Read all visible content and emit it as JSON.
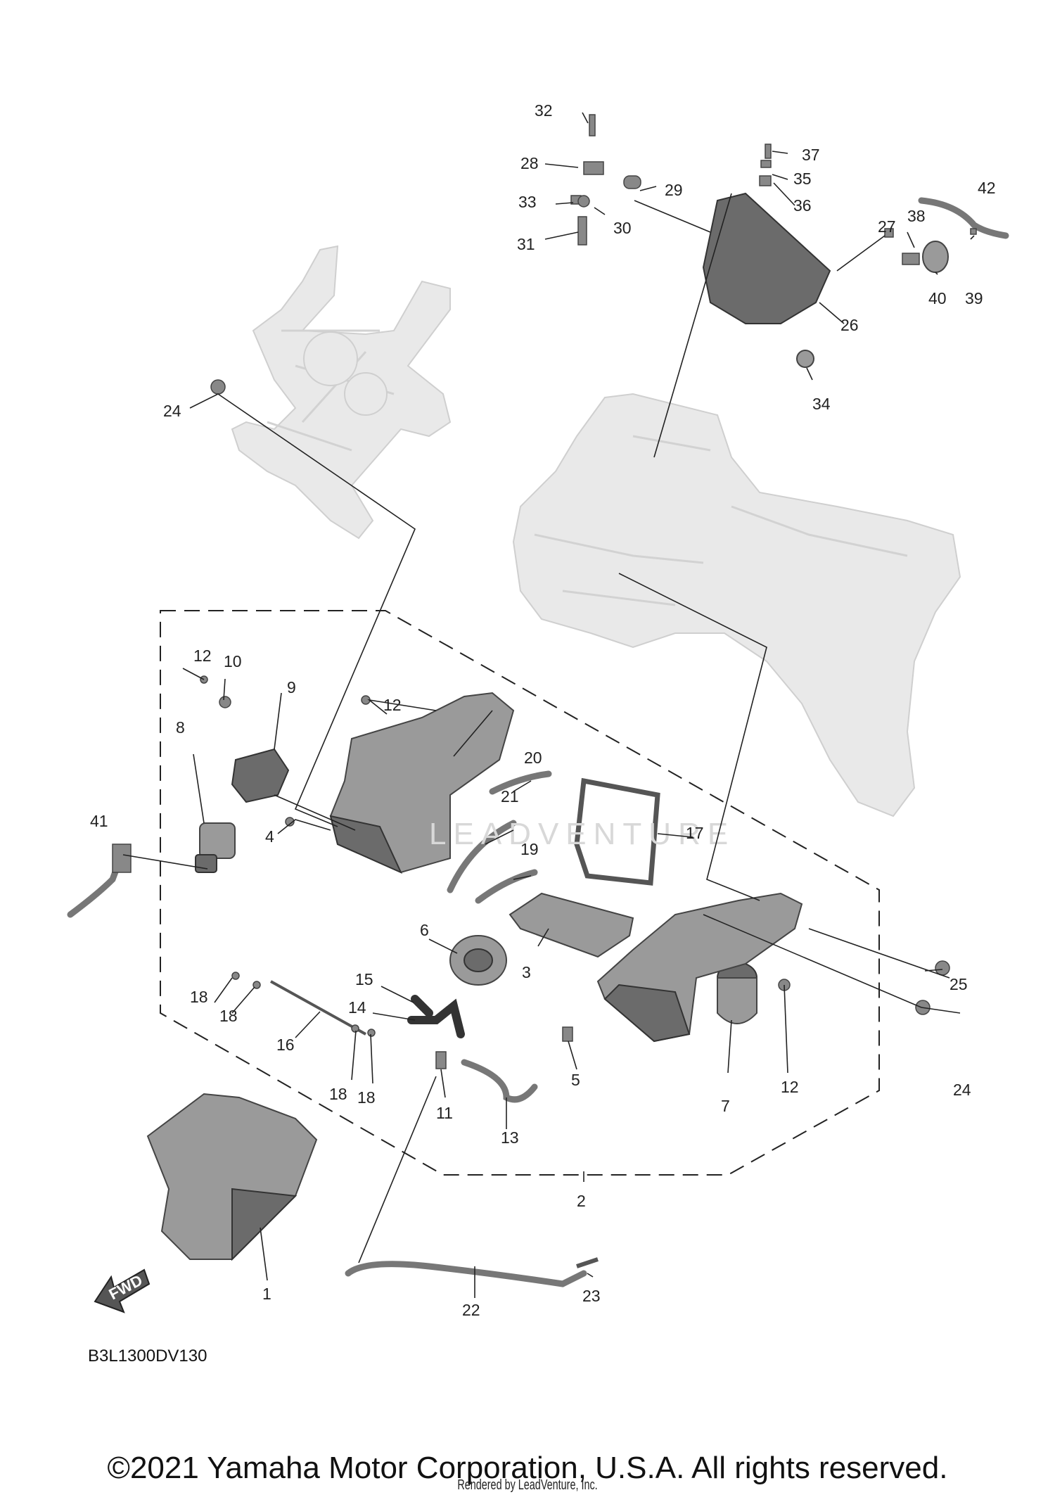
{
  "callouts": [
    {
      "id": "1",
      "label": "1"
    },
    {
      "id": "2",
      "label": "2"
    },
    {
      "id": "3",
      "label": "3"
    },
    {
      "id": "4",
      "label": "4"
    },
    {
      "id": "5",
      "label": "5"
    },
    {
      "id": "6",
      "label": "6"
    },
    {
      "id": "7",
      "label": "7"
    },
    {
      "id": "8",
      "label": "8"
    },
    {
      "id": "9",
      "label": "9"
    },
    {
      "id": "10",
      "label": "10"
    },
    {
      "id": "11",
      "label": "11"
    },
    {
      "id": "12a",
      "label": "12"
    },
    {
      "id": "12b",
      "label": "12"
    },
    {
      "id": "12c",
      "label": "12"
    },
    {
      "id": "13",
      "label": "13"
    },
    {
      "id": "14",
      "label": "14"
    },
    {
      "id": "15",
      "label": "15"
    },
    {
      "id": "16",
      "label": "16"
    },
    {
      "id": "17",
      "label": "17"
    },
    {
      "id": "18a",
      "label": "18"
    },
    {
      "id": "18b",
      "label": "18"
    },
    {
      "id": "18c",
      "label": "18"
    },
    {
      "id": "18d",
      "label": "18"
    },
    {
      "id": "19",
      "label": "19"
    },
    {
      "id": "20",
      "label": "20"
    },
    {
      "id": "21",
      "label": "21"
    },
    {
      "id": "22",
      "label": "22"
    },
    {
      "id": "23",
      "label": "23"
    },
    {
      "id": "24a",
      "label": "24"
    },
    {
      "id": "24b",
      "label": "24"
    },
    {
      "id": "25",
      "label": "25"
    },
    {
      "id": "26",
      "label": "26"
    },
    {
      "id": "27",
      "label": "27"
    },
    {
      "id": "28",
      "label": "28"
    },
    {
      "id": "29",
      "label": "29"
    },
    {
      "id": "30",
      "label": "30"
    },
    {
      "id": "31",
      "label": "31"
    },
    {
      "id": "32",
      "label": "32"
    },
    {
      "id": "33",
      "label": "33"
    },
    {
      "id": "34",
      "label": "34"
    },
    {
      "id": "35",
      "label": "35"
    },
    {
      "id": "36",
      "label": "36"
    },
    {
      "id": "37",
      "label": "37"
    },
    {
      "id": "38",
      "label": "38"
    },
    {
      "id": "39",
      "label": "39"
    },
    {
      "id": "40",
      "label": "40"
    },
    {
      "id": "41",
      "label": "41"
    },
    {
      "id": "42",
      "label": "42"
    }
  ],
  "fwd_label": "FWD",
  "diagram_code": "B3L1300DV130",
  "watermark_text": "LEADVENTURE",
  "copyright": "©2021 Yamaha Motor Corporation, U.S.A. All rights reserved.",
  "rendered_by": "Rendered by LeadVenture, Inc."
}
